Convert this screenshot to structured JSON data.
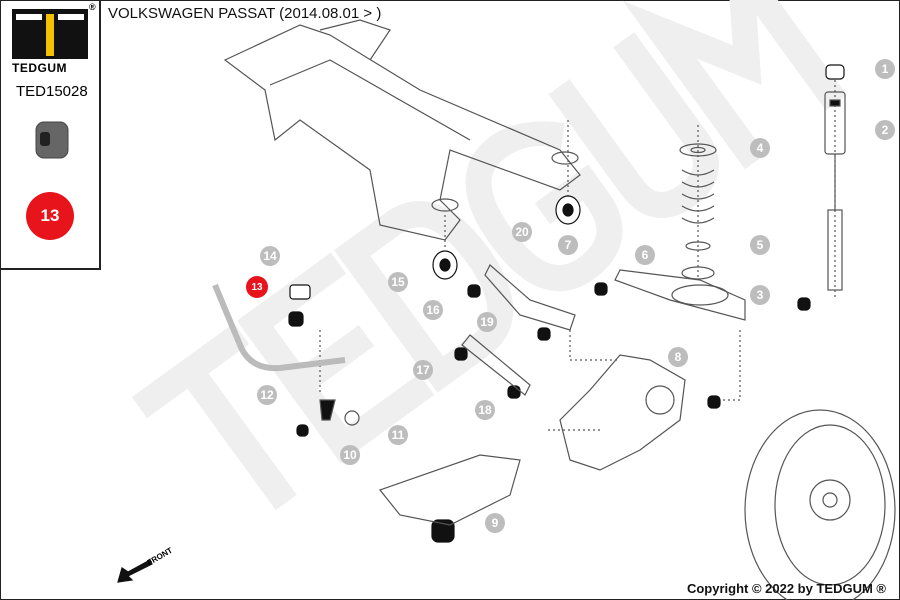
{
  "header": {
    "title": "VOLKSWAGEN PASSAT  (2014.08.01 > )"
  },
  "sidebar": {
    "brand": "TEDGUM",
    "registered": "®",
    "part_number": "TED15028",
    "position_badge": "13"
  },
  "watermark": "TEDGUM",
  "diagram": {
    "front_label": "FRONT",
    "callouts": [
      "1",
      "2",
      "3",
      "4",
      "5",
      "6",
      "7",
      "8",
      "9",
      "10",
      "11",
      "12",
      "13",
      "14",
      "15",
      "16",
      "17",
      "18",
      "19",
      "20"
    ],
    "highlight_color": "#e8141c"
  },
  "footer": {
    "copyright": "Copyright © 2022 by TEDGUM ®"
  }
}
